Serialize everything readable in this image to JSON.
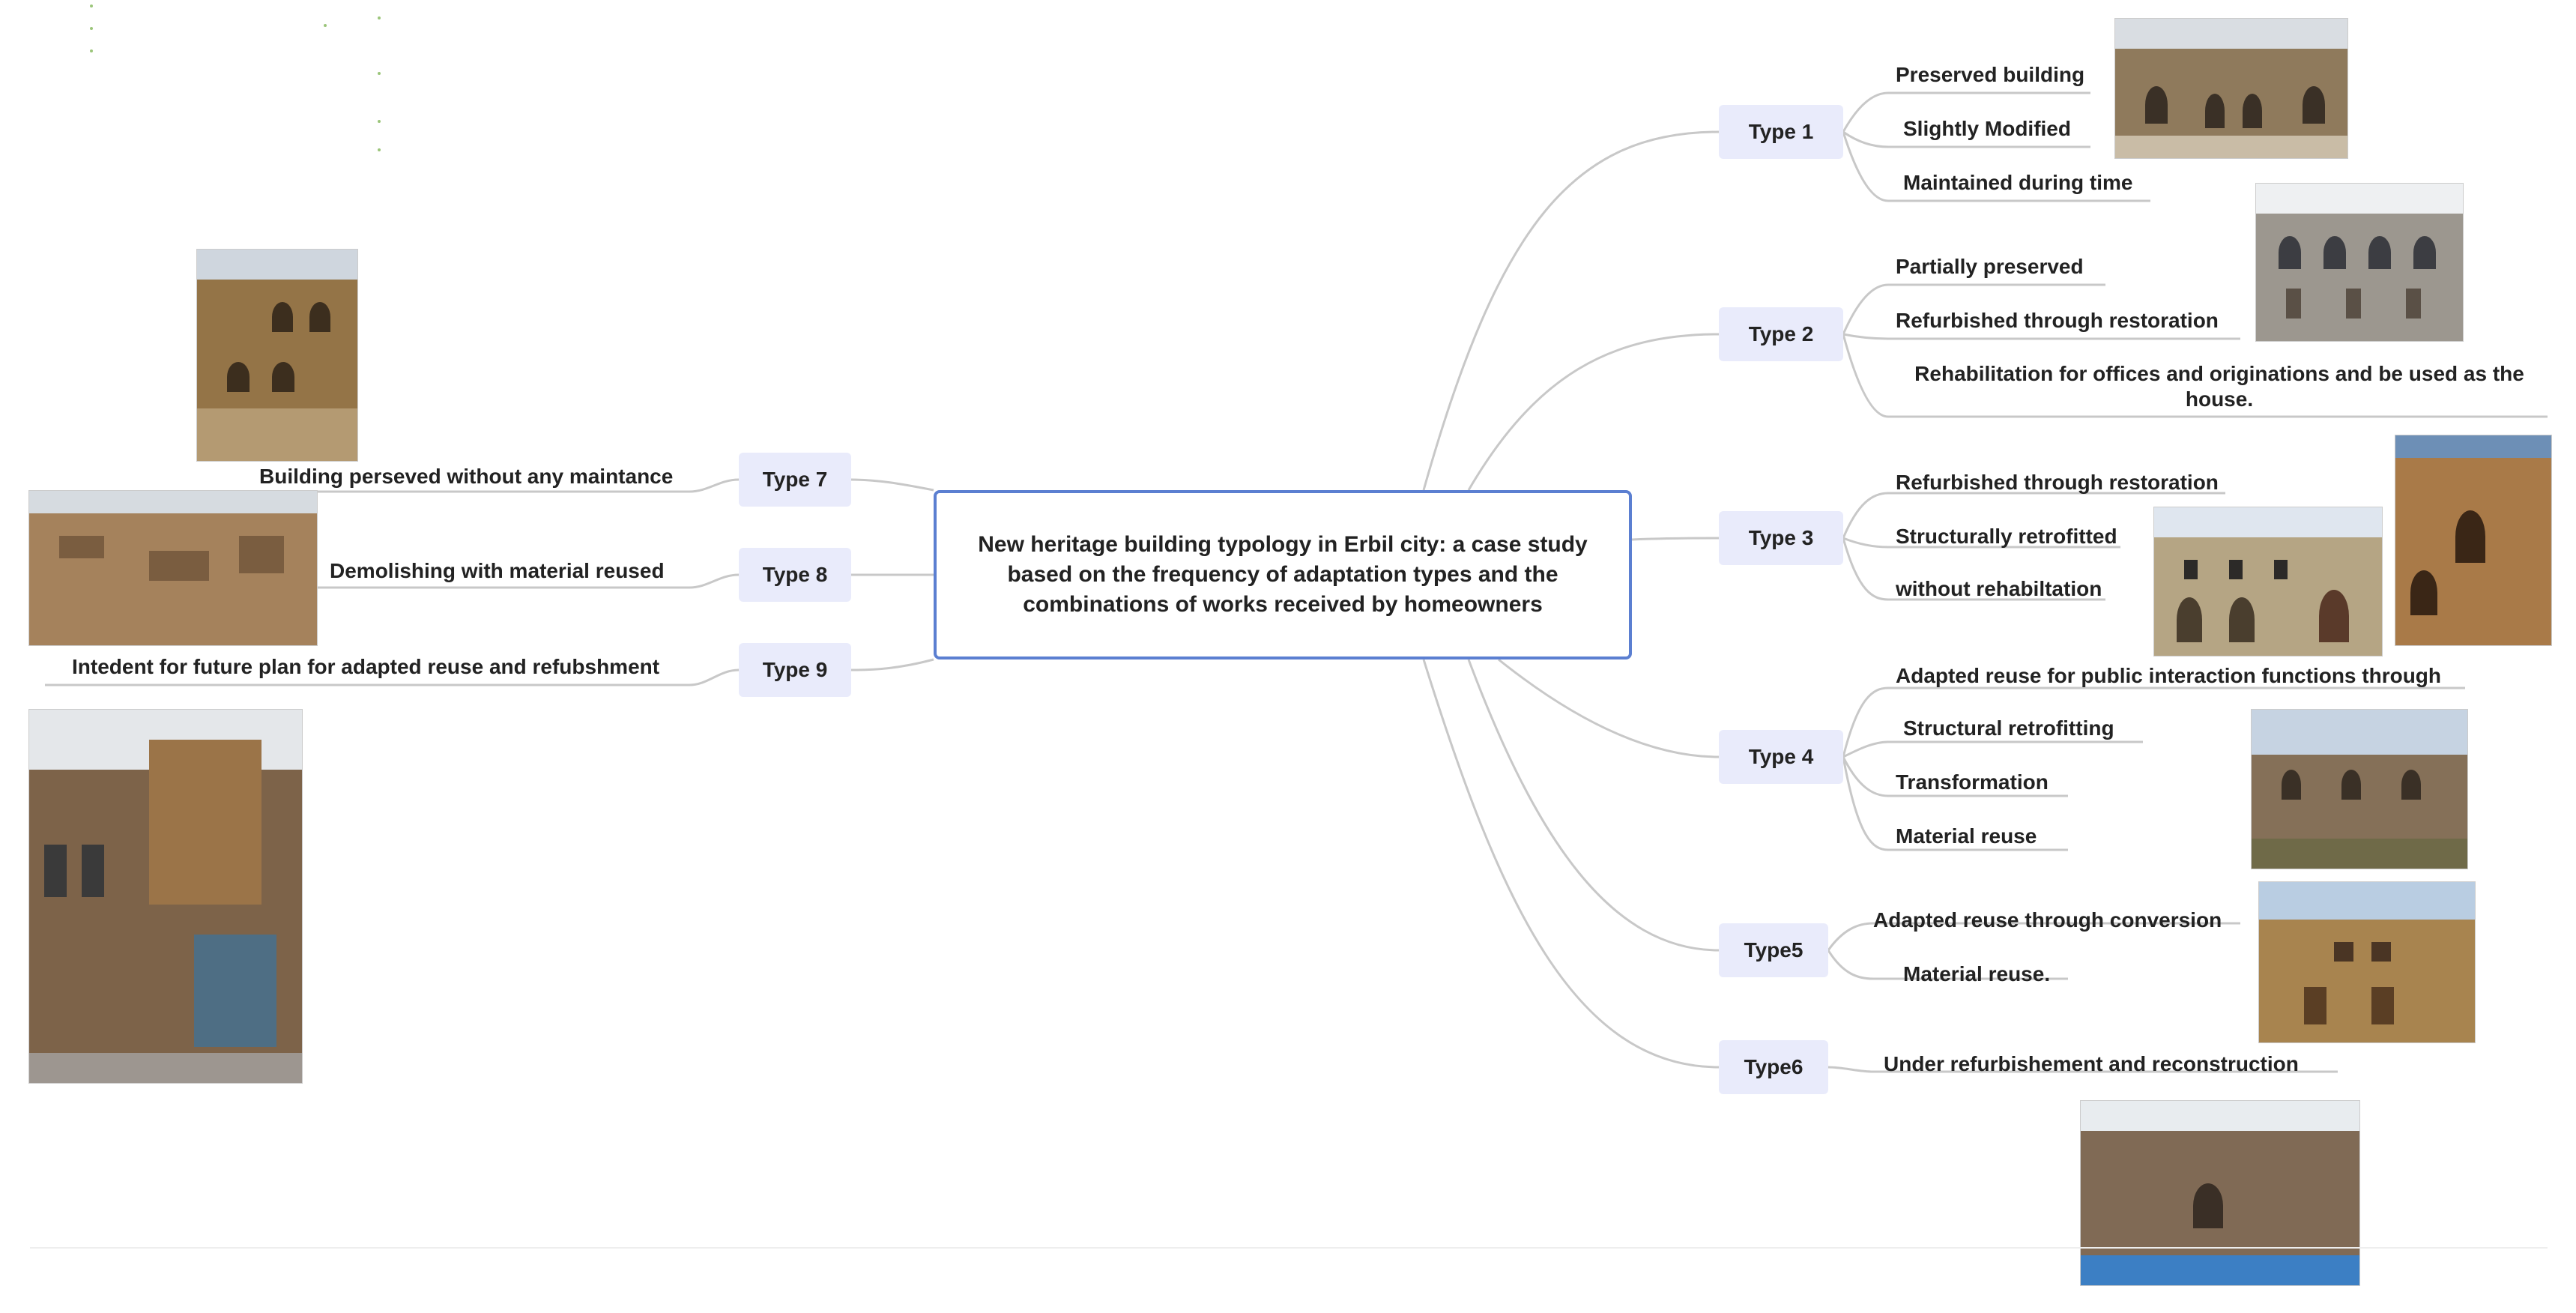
{
  "center": {
    "title": "New heritage building typology in Erbil city: a case study based on the frequency of adaptation types and the combinations of works received by homeowners"
  },
  "types": [
    {
      "label": "Type 1",
      "items": [
        "Preserved building",
        "Slightly Modified",
        "Maintained  during time"
      ]
    },
    {
      "label": "Type 2",
      "items": [
        "Partially preserved",
        "Refurbished  through restoration",
        "Rehabilitation  for  offices and originations and be used as the house."
      ]
    },
    {
      "label": "Type 3",
      "items": [
        "Refurbished through restoration",
        "Structurally retrofitted",
        "without rehabiltation"
      ]
    },
    {
      "label": "Type 4",
      "items": [
        "Adapted reuse for public interaction functions through",
        "Structural retrofitting",
        "Transformation",
        "Material reuse"
      ]
    },
    {
      "label": "Type5",
      "items": [
        "Adapted reuse through conversion",
        "Material reuse."
      ]
    },
    {
      "label": "Type6",
      "items": [
        "Under refurbishement  and reconstruction"
      ]
    },
    {
      "label": "Type 7",
      "items": [
        "Building perseved without any maintance"
      ]
    },
    {
      "label": "Type 8",
      "items": [
        "Demolishing  with material reused"
      ]
    },
    {
      "label": "Type 9",
      "items": [
        "Intedent for future plan for adapted reuse and refubshment"
      ]
    }
  ],
  "colors": {
    "center_border": "#5b7fd1",
    "type_fill": "#e9ebfb",
    "connector": "#c8c8c8",
    "text": "#222222"
  },
  "photos": [
    {
      "name": "type1-courtyard-photo"
    },
    {
      "name": "type2-courtyard-photo"
    },
    {
      "name": "type3-facade-photo"
    },
    {
      "name": "type3-alley-photo"
    },
    {
      "name": "type4-courtyard-photo"
    },
    {
      "name": "type5-facade-photo"
    },
    {
      "name": "type6-ruin-photo"
    },
    {
      "name": "type7-courtyard-photo"
    },
    {
      "name": "type8-rooftops-photo"
    },
    {
      "name": "type9-street-photo"
    }
  ]
}
